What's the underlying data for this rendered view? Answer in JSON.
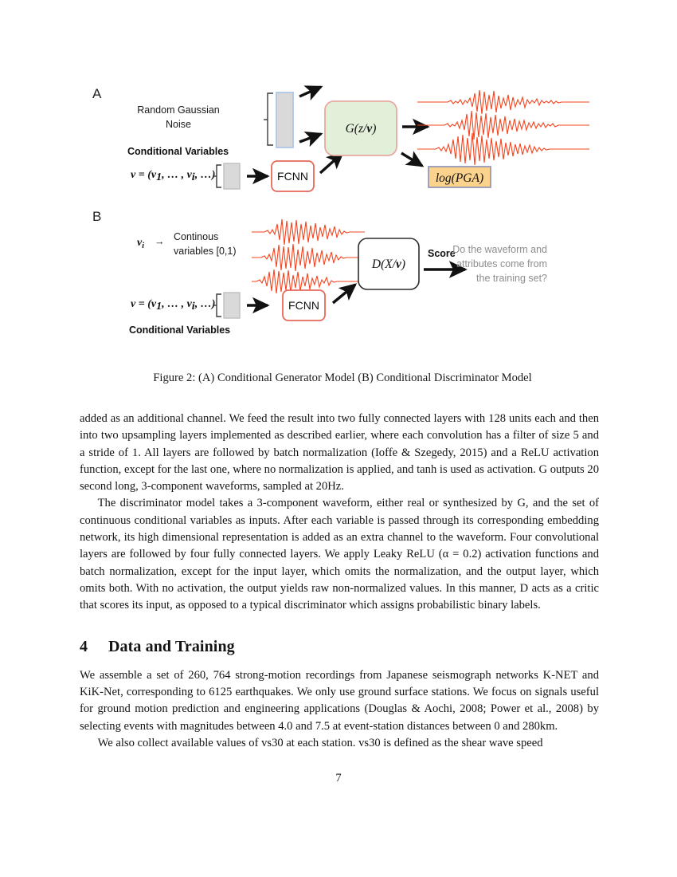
{
  "figure": {
    "panel_a": {
      "letter": "A",
      "noise_label_line1": "Random Gaussian",
      "noise_label_line2": "Noise",
      "conditional_header": "Conditional Variables",
      "vector_formula": "ν = (ν",
      "vector_sub1": "1",
      "vector_mid": ", … , ν",
      "vector_sub2": "i",
      "vector_end": ", …)",
      "fcnn_label": "FCNN",
      "generator_label": "G(z|ν)",
      "generator_label_fn": "G(z/",
      "generator_label_v": "v",
      "generator_label_close": ")",
      "output_label": "log(PGA)"
    },
    "panel_b": {
      "letter": "B",
      "nu_i": "ν",
      "nu_i_sub": "i",
      "arrow_glyph": "→",
      "continuous_line1": "Continous",
      "continuous_line2": "variables [0,1)",
      "vector_formula": "ν = (ν",
      "vector_sub1": "1",
      "vector_mid": ", … , ν",
      "vector_sub2": "i",
      "vector_end": ", …)",
      "conditional_header": "Conditional Variables",
      "fcnn_label": "FCNN",
      "discriminator_label_fn": "D(X/",
      "discriminator_label_v": "v",
      "discriminator_label_close": ")",
      "score_label": "Score",
      "question_line1": "Do the waveform and",
      "question_line2": "attributes come from",
      "question_line3": "the training set?"
    },
    "colors": {
      "waveform": "#F4441E",
      "generator_fill": "#E2F0D9",
      "generator_stroke": "#E8A9A0",
      "fcnn_stroke": "#E8685A",
      "pga_fill": "#FBD38D",
      "pga_stroke": "#8B8FB5",
      "noise_fill": "#D9D9D9",
      "noise_stroke": "#AEC6E8",
      "cond_fill": "#D9D9D9",
      "cond_stroke": "#BFBFBF",
      "discriminator_stroke": "#2B2B2B",
      "question_text": "#8D8D8D"
    }
  },
  "caption": "Figure 2: (A) Conditional Generator Model (B) Conditional Discriminator Model",
  "body": {
    "paragraph_1": "added as an additional channel. We feed the result into two fully connected layers with 128 units each and then into two upsampling layers implemented as described earlier, where each convolution has a filter of size 5 and a stride of 1. All layers are followed by batch normalization (Ioffe & Szegedy, 2015) and a ReLU activation function, except for the last one, where no normalization is applied, and tanh is used as activation. G outputs 20 second long, 3-component waveforms, sampled at 20Hz.",
    "paragraph_2": "The discriminator model takes a 3-component waveform, either real or synthesized by G, and the set of continuous conditional variables as inputs. After each variable is passed through its corresponding embedding network, its high dimensional representation is added as an extra channel to the waveform. Four convolutional layers are followed by four fully connected layers. We apply Leaky ReLU (α = 0.2) activation functions and batch normalization, except for the input layer, which omits the normalization, and the output layer, which omits both. With no activation, the output yields raw non-normalized values. In this manner, D acts as a critic that scores its input, as opposed to a typical discriminator which assigns probabilistic binary labels.",
    "section": {
      "number": "4",
      "title": "Data and Training"
    },
    "paragraph_3": "We assemble a set of 260, 764 strong-motion recordings from Japanese seismograph networks K-NET and KiK-Net, corresponding to 6125 earthquakes. We only use ground surface stations. We focus on signals useful for ground motion prediction and engineering applications (Douglas & Aochi, 2008; Power et al., 2008) by selecting events with magnitudes between 4.0 and 7.5 at event-station distances between 0 and 280km.",
    "paragraph_4": "We also collect available values of vs30 at each station. vs30 is defined as the shear wave speed"
  },
  "page_number": "7"
}
